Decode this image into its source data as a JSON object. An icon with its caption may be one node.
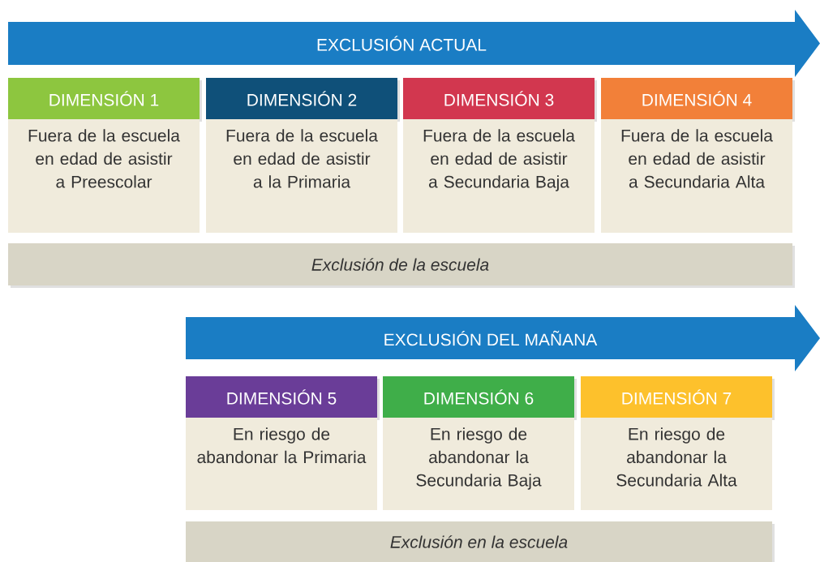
{
  "diagram": {
    "nodes": [
      {
        "text": [
          "EXCLUSIÓN ACTUAL"
        ]
      },
      {
        "text": [
          "DIMENSIÓN 1",
          "Fuera de la escuela en edad de asistir a Preescolar"
        ]
      },
      {
        "text": [
          "DIMENSIÓN 2",
          "Fuera de la escuela en edad de asistir a la Primaria"
        ]
      },
      {
        "text": [
          "DIMENSIÓN 3",
          "Fuera de la escuela en edad de asistir a Secundaria Baja"
        ]
      },
      {
        "text": [
          "DIMENSIÓN 4",
          "Fuera de la escuela en edad de asistir a Secundaria Alta"
        ]
      },
      {
        "text": [
          "Exclusión de la escuela"
        ]
      },
      {
        "text": [
          "EXCLUSIÓN DEL MAÑANA"
        ]
      },
      {
        "text": [
          "DIMENSIÓN 5",
          "En riesgo de abandonar la Primaria"
        ]
      },
      {
        "text": [
          "DIMENSIÓN 6",
          "En riesgo de abandonar la Secundaria Baja"
        ]
      },
      {
        "text": [
          "DIMENSIÓN 7",
          "En riesgo de abandonar la Secundaria Alta"
        ]
      },
      {
        "text": [
          "Exclusión en la escuela"
        ]
      }
    ]
  }
}
